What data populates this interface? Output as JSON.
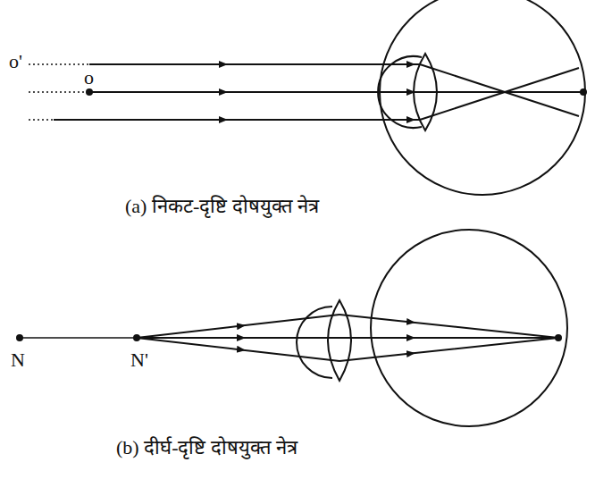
{
  "diagram": {
    "labels": [
      "o'",
      "o",
      "(a) निकट-दृष्टि दोषयुक्त नेत्र",
      "N",
      "N'",
      "(b) दीर्घ-दृष्टि दोषयुक्त नेत्र"
    ]
  }
}
